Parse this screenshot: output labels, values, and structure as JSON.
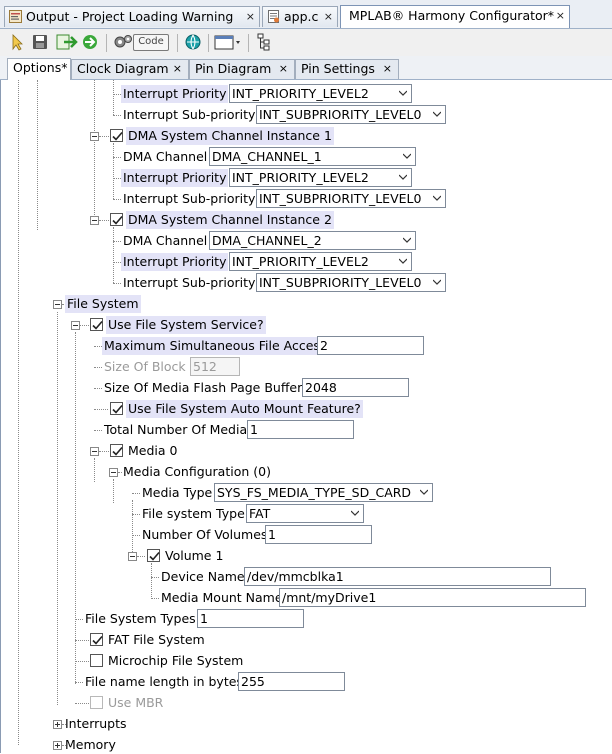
{
  "doc_tabs": [
    {
      "label": "Output - Project Loading Warning",
      "close": "×"
    },
    {
      "label": "app.c",
      "close": "×"
    },
    {
      "label": "MPLAB® Harmony Configurator*",
      "close": "×"
    }
  ],
  "toolbar": {
    "code_label": "Code"
  },
  "sub_tabs": [
    {
      "label": "Options*"
    },
    {
      "label": "Clock Diagram",
      "close": "×"
    },
    {
      "label": "Pin Diagram",
      "close": "×"
    },
    {
      "label": "Pin Settings",
      "close": "×"
    }
  ],
  "tree": {
    "r0": {
      "label": "Interrupt Priority",
      "value": "INT_PRIORITY_LEVEL2"
    },
    "r1": {
      "label": "Interrupt Sub-priority",
      "value": "INT_SUBPRIORITY_LEVEL0"
    },
    "r2": {
      "label": "DMA System Channel Instance 1"
    },
    "r3": {
      "label": "DMA Channel",
      "value": "DMA_CHANNEL_1"
    },
    "r4": {
      "label": "Interrupt Priority",
      "value": "INT_PRIORITY_LEVEL2"
    },
    "r5": {
      "label": "Interrupt Sub-priority",
      "value": "INT_SUBPRIORITY_LEVEL0"
    },
    "r6": {
      "label": "DMA System Channel Instance 2"
    },
    "r7": {
      "label": "DMA Channel",
      "value": "DMA_CHANNEL_2"
    },
    "r8": {
      "label": "Interrupt Priority",
      "value": "INT_PRIORITY_LEVEL2"
    },
    "r9": {
      "label": "Interrupt Sub-priority",
      "value": "INT_SUBPRIORITY_LEVEL0"
    },
    "r10": {
      "label": "File System"
    },
    "r11": {
      "label": "Use File System Service?"
    },
    "r12": {
      "label": "Maximum Simultaneous File Access",
      "value": "2"
    },
    "r13": {
      "label": "Size Of Block",
      "value": "512"
    },
    "r14": {
      "label": "Size Of Media Flash Page Buffer",
      "value": "2048"
    },
    "r15": {
      "label": "Use File System Auto Mount Feature?"
    },
    "r16": {
      "label": "Total Number Of Media",
      "value": "1"
    },
    "r17": {
      "label": "Media 0"
    },
    "r18": {
      "label": "Media Configuration (0)"
    },
    "r19": {
      "label": "Media Type",
      "value": "SYS_FS_MEDIA_TYPE_SD_CARD"
    },
    "r20": {
      "label": "File system Type",
      "value": "FAT"
    },
    "r21": {
      "label": "Number Of Volumes",
      "value": "1"
    },
    "r22": {
      "label": "Volume 1"
    },
    "r23": {
      "label": "Device Name",
      "value": "/dev/mmcblka1"
    },
    "r24": {
      "label": "Media Mount Name",
      "value": "/mnt/myDrive1"
    },
    "r25": {
      "label": "File System Types",
      "value": "1"
    },
    "r26": {
      "label": "FAT File System"
    },
    "r27": {
      "label": "Microchip File System"
    },
    "r28": {
      "label": "File name length in bytes",
      "value": "255"
    },
    "r29": {
      "label": "Use MBR"
    },
    "r30": {
      "label": "Interrupts"
    },
    "r31": {
      "label": "Memory"
    }
  }
}
